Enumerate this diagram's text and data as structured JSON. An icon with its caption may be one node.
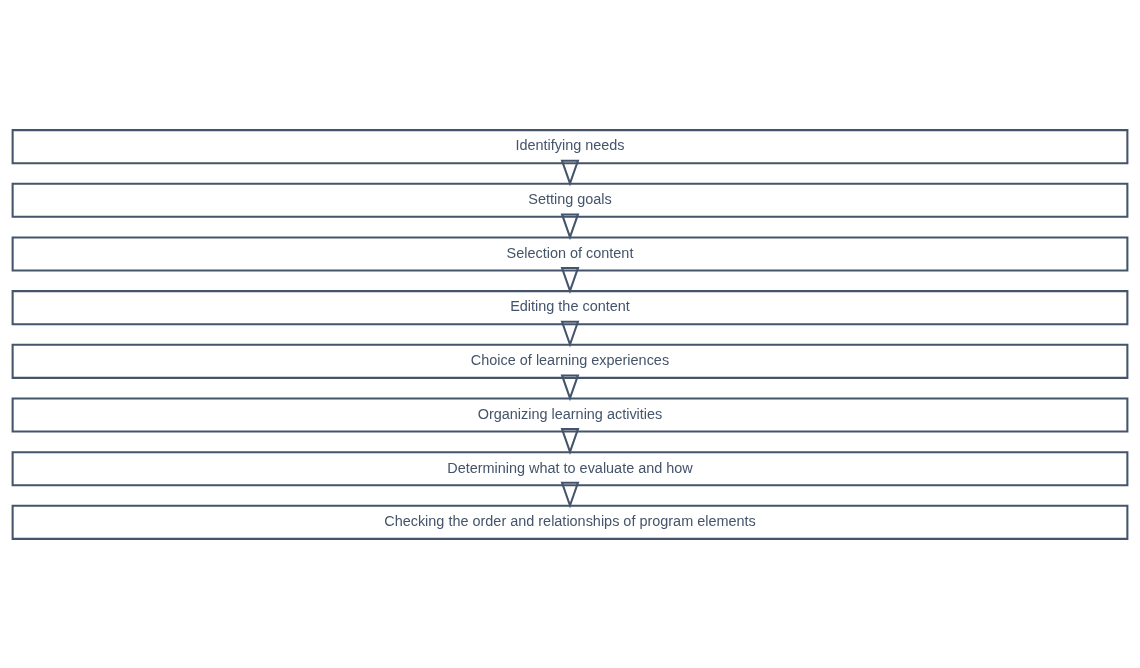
{
  "diagram": {
    "nodes": [
      {
        "text": [
          "Identifying needs"
        ]
      },
      {
        "text": [
          "Setting goals"
        ]
      },
      {
        "text": [
          "Selection of content"
        ]
      },
      {
        "text": [
          "Editing the content"
        ]
      },
      {
        "text": [
          "Choice of learning experiences"
        ]
      },
      {
        "text": [
          "Organizing learning activities"
        ]
      },
      {
        "text": [
          "Determining what to evaluate and how"
        ]
      },
      {
        "text": [
          "Checking the order and relationships of program elements"
        ]
      }
    ],
    "edges": [
      {
        "from": 0,
        "to": 1,
        "arrow": "to"
      },
      {
        "from": 1,
        "to": 2,
        "arrow": "to"
      },
      {
        "from": 2,
        "to": 3,
        "arrow": "to"
      },
      {
        "from": 3,
        "to": 4,
        "arrow": "to"
      },
      {
        "from": 4,
        "to": 5,
        "arrow": "to"
      },
      {
        "from": 5,
        "to": 6,
        "arrow": "to"
      },
      {
        "from": 6,
        "to": 7,
        "arrow": "to"
      }
    ]
  }
}
